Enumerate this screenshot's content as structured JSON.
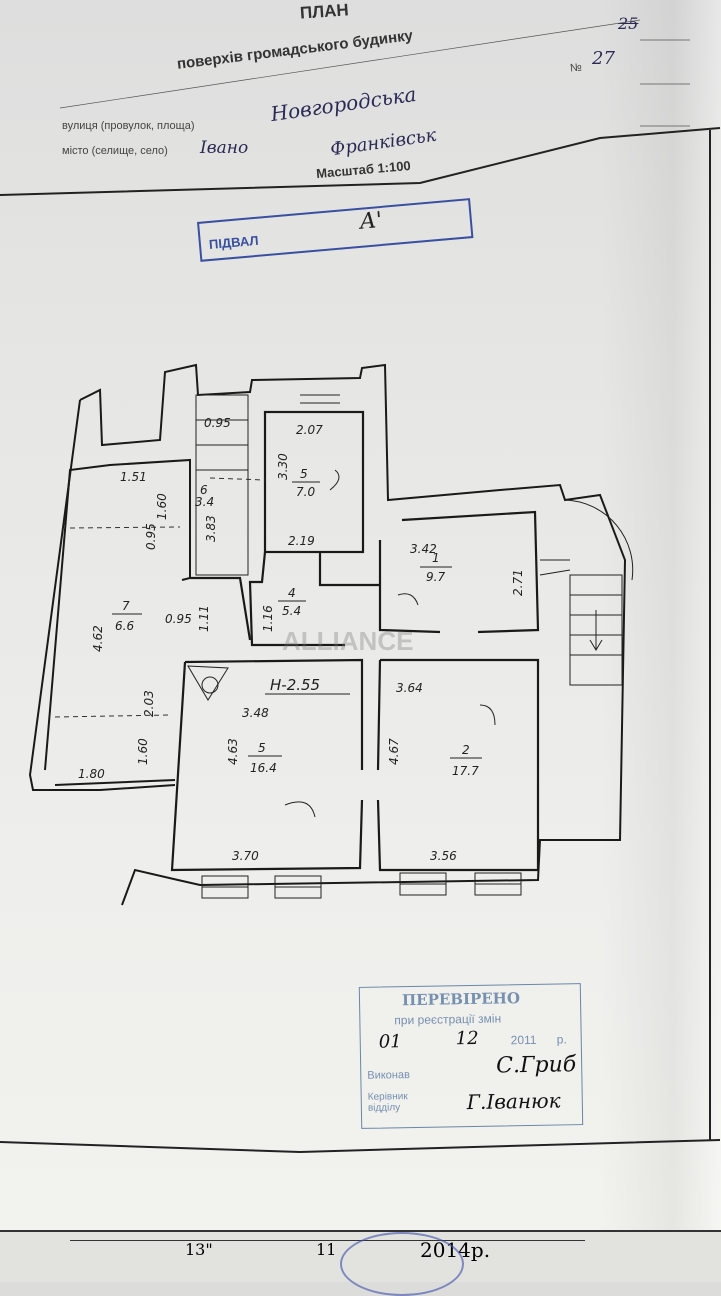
{
  "header": {
    "title": "ПЛАН",
    "subtitle": "поверхів громадського будинку",
    "number_label": "№",
    "number_value": "27",
    "number_above": "25",
    "street_label": "вулиця (провулок, площа)",
    "street_value": "Новгородська",
    "city_label": "місто (селище, село)",
    "city_value_1": "Івано",
    "city_value_2": "Франківськ",
    "scale": "Масштаб 1:100"
  },
  "floor_stamp": {
    "label": "ПІДВАЛ",
    "value": "А'"
  },
  "watermark": "ALLIANCE",
  "plan": {
    "height_label": "Н-2.55",
    "rooms": [
      {
        "num": "1",
        "area": "9.7"
      },
      {
        "num": "2",
        "area": "17.7"
      },
      {
        "num": "4",
        "area": "5.4"
      },
      {
        "num": "5",
        "area": "7.0"
      },
      {
        "num": "5",
        "area": "16.4"
      },
      {
        "num": "6",
        "area": "3.4"
      },
      {
        "num": "7",
        "area": "6.6"
      }
    ],
    "dims": [
      "0.95",
      "2.07",
      "3.30",
      "1.51",
      "1.60",
      "0.95",
      "3.83",
      "2.19",
      "3.42",
      "2.71",
      "1.16",
      "0.95",
      "1.11",
      "4.62",
      "3.64",
      "3.48",
      "2.03",
      "4.63",
      "4.67",
      "1.60",
      "1.80",
      "3.70",
      "3.56"
    ]
  },
  "check_stamp": {
    "title": "ПЕРЕВІРЕНО",
    "subtitle": "при реєстрації змін",
    "day": "01",
    "month": "12",
    "year": "2011",
    "year_suffix": "р.",
    "row1_label": "Виконав",
    "row1_value": "С.Гриб",
    "row2_label": "Керівник відділу",
    "row2_value": "Г.Іванюк"
  },
  "bottom": {
    "day": "13\"",
    "month": "11",
    "year": "2014р."
  }
}
